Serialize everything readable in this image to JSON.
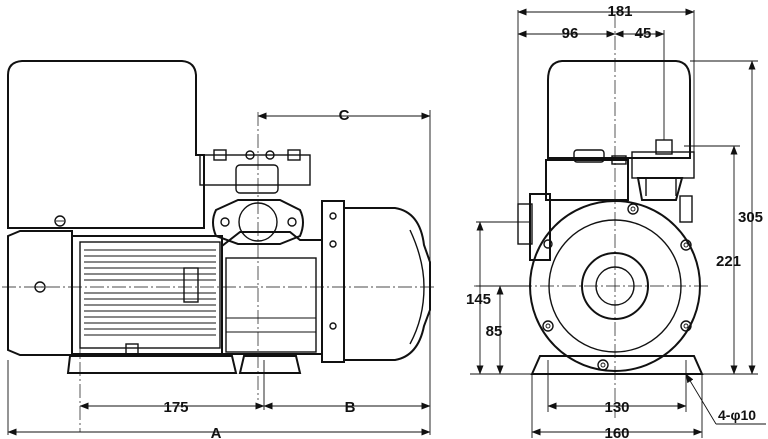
{
  "dimensions": {
    "side_view": {
      "overall_length": "A",
      "base_hole_spacing": "175",
      "front_overhang": "B",
      "outlet_offset": "C"
    },
    "front_view": {
      "overall_width": "181",
      "left_to_center": "96",
      "center_to_outlet": "45",
      "total_height": "305",
      "outlet_height": "221",
      "shaft_height": "145",
      "base_to_center": "85",
      "base_hole_spacing": "130",
      "base_width": "160",
      "mounting_holes": "4-φ10"
    }
  },
  "colors": {
    "line": "#111111",
    "motor_box": "#f2f2f2",
    "body": "#ffffff"
  }
}
